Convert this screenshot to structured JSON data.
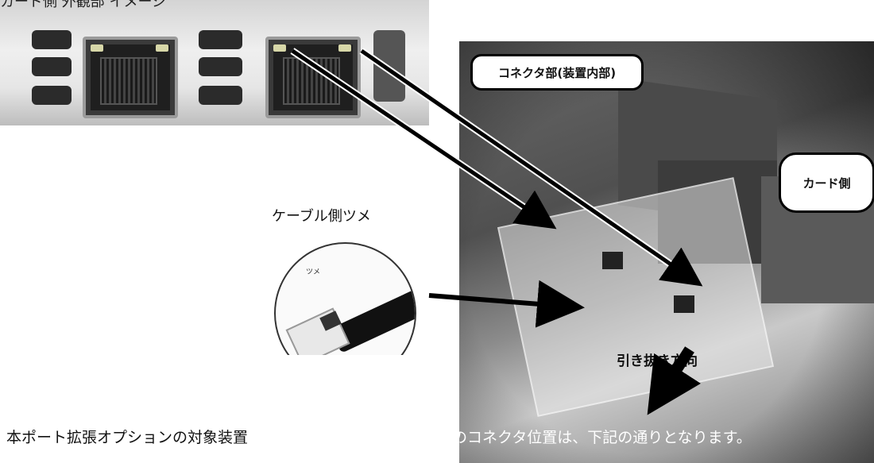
{
  "panel": {
    "caption": "カード側 外観部 イメージ"
  },
  "labels": {
    "connector_internal": "コネクタ部(装置内部)",
    "card_side": "カード側",
    "cable_latch": "ケーブル側ツメ",
    "inset_latch": "ツメ",
    "pull_direction": "引き抜き方向"
  },
  "bottom": {
    "text_left": "本ポート拡張オプションの対象装置",
    "text_right": "面のコネクタ位置は、下記の通りとなります。"
  },
  "colors": {
    "arrow": "#000000",
    "callout_border": "#000000",
    "photo_tone": "#6a6a6a"
  }
}
